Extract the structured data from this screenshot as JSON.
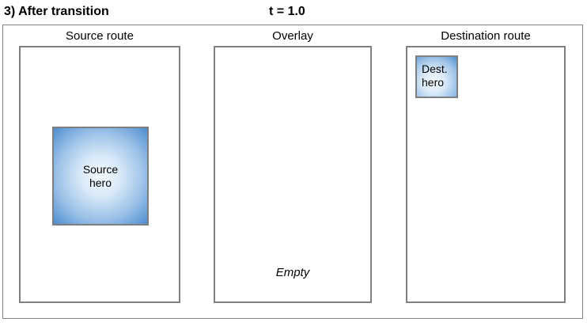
{
  "header": {
    "title": "3) After transition",
    "time_value": "t = 1.0"
  },
  "panels": {
    "source": {
      "label": "Source route",
      "hero": {
        "line1": "Source",
        "line2": "hero"
      }
    },
    "overlay": {
      "label": "Overlay",
      "empty_text": "Empty"
    },
    "destination": {
      "label": "Destination route",
      "hero": {
        "line1": "Dest.",
        "line2": "hero"
      }
    }
  },
  "colors": {
    "border_gray": "#7f7f7f",
    "hero_edge_blue": "#4e8ed0",
    "hero_mid_blue": "#9cc2e8",
    "hero_center": "#f5fafe",
    "text_color": "#000000"
  }
}
